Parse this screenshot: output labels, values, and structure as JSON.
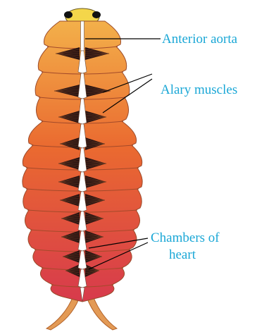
{
  "labels": {
    "anterior_aorta": "Anterior aorta",
    "alary_muscles": "Alary muscles",
    "chambers_line1": "Chambers of",
    "chambers_line2": "heart"
  },
  "colors": {
    "label": "#1aa7d6",
    "line": "#000000",
    "body_top": "#f3b04a",
    "body_mid": "#ea6a30",
    "body_bottom": "#d73a4c",
    "head": "#f4d64a",
    "heart": "#ffffff",
    "muscle": "#2a1412"
  }
}
